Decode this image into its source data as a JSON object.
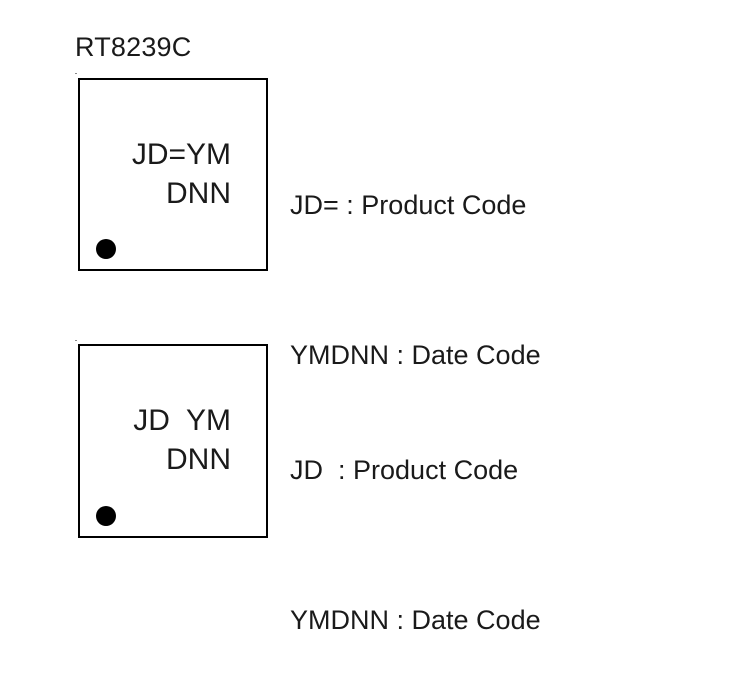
{
  "part_number": "RT8239C",
  "variants": [
    {
      "marking_line1": "JD=YM",
      "marking_line2": "DNN",
      "legend": [
        {
          "code": "JD=",
          "sep": " : ",
          "description": "Product Code"
        },
        {
          "code": "YMDNN",
          "sep": " : ",
          "description": "Date Code"
        }
      ]
    },
    {
      "marking_line1": "JD  YM",
      "marking_line2": "DNN",
      "legend": [
        {
          "code": "JD ",
          "sep": " : ",
          "description": "Product Code"
        },
        {
          "code": "YMDNN",
          "sep": " : ",
          "description": "Date Code"
        }
      ]
    }
  ]
}
